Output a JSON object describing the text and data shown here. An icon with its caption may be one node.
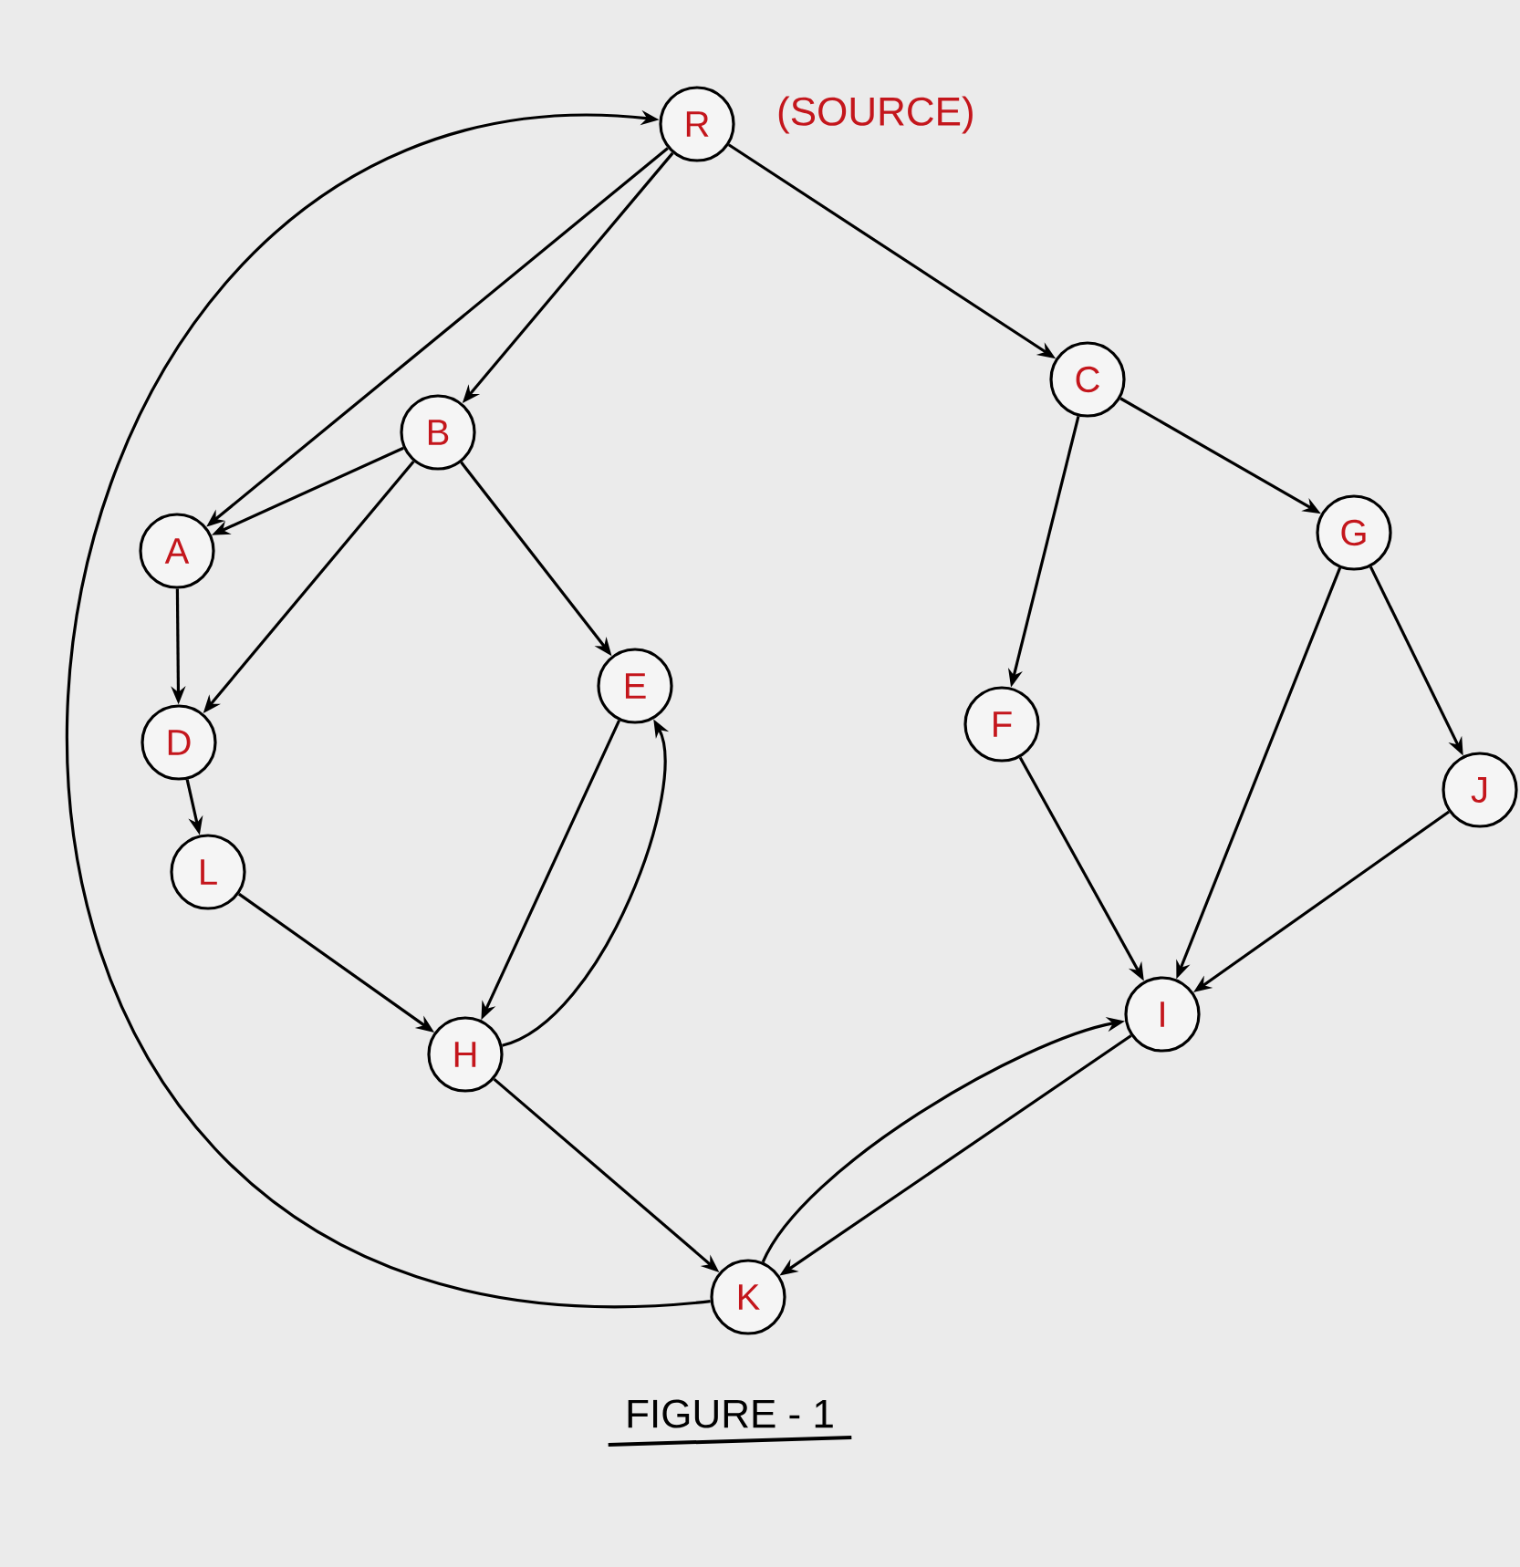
{
  "diagram": {
    "caption": "FIGURE - 1",
    "nodes": [
      {
        "text": [
          "R"
        ],
        "beside": [
          "(SOURCE)"
        ]
      },
      {
        "text": [
          "C"
        ]
      },
      {
        "text": [
          "B"
        ]
      },
      {
        "text": [
          "G"
        ]
      },
      {
        "text": [
          "A"
        ]
      },
      {
        "text": [
          "E"
        ]
      },
      {
        "text": [
          "F"
        ]
      },
      {
        "text": [
          "D"
        ]
      },
      {
        "text": [
          "J"
        ]
      },
      {
        "text": [
          "L"
        ]
      },
      {
        "text": [
          "I"
        ]
      },
      {
        "text": [
          "H"
        ]
      },
      {
        "text": [
          "K"
        ]
      }
    ],
    "edges": [
      {
        "from": 0,
        "to": 4,
        "arrow": "to"
      },
      {
        "from": 0,
        "to": 2,
        "arrow": "to"
      },
      {
        "from": 0,
        "to": 1,
        "arrow": "to"
      },
      {
        "from": 2,
        "to": 4,
        "arrow": "to"
      },
      {
        "from": 2,
        "to": 7,
        "arrow": "to"
      },
      {
        "from": 2,
        "to": 5,
        "arrow": "to"
      },
      {
        "from": 4,
        "to": 7,
        "arrow": "to"
      },
      {
        "from": 7,
        "to": 9,
        "arrow": "to"
      },
      {
        "from": 9,
        "to": 11,
        "arrow": "to"
      },
      {
        "from": 5,
        "to": 11,
        "arrow": "to"
      },
      {
        "from": 11,
        "to": 5,
        "arrow": "to"
      },
      {
        "from": 11,
        "to": 12,
        "arrow": "to"
      },
      {
        "from": 1,
        "to": 6,
        "arrow": "to"
      },
      {
        "from": 1,
        "to": 3,
        "arrow": "to"
      },
      {
        "from": 3,
        "to": 10,
        "arrow": "to"
      },
      {
        "from": 3,
        "to": 8,
        "arrow": "to"
      },
      {
        "from": 6,
        "to": 10,
        "arrow": "to"
      },
      {
        "from": 8,
        "to": 10,
        "arrow": "to"
      },
      {
        "from": 10,
        "to": 12,
        "arrow": "to"
      },
      {
        "from": 12,
        "to": 10,
        "arrow": "to"
      },
      {
        "from": 12,
        "to": 0,
        "arrow": "to"
      }
    ]
  }
}
